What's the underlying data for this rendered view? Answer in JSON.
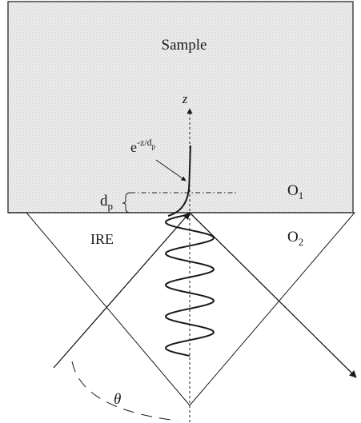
{
  "labels": {
    "sample": "Sample",
    "z_axis": "z",
    "decay_base": "e",
    "decay_exponent": "-z/d",
    "decay_exponent_sub": "p",
    "dp_main": "d",
    "dp_sub": "p",
    "o1_main": "O",
    "o1_sub": "1",
    "o2_main": "O",
    "o2_sub": "2",
    "ire": "IRE",
    "theta": "θ"
  },
  "colors": {
    "sample_fill": "#eeeeee",
    "sample_dots": "#c9c9c9",
    "line": "#1a1a1a"
  }
}
